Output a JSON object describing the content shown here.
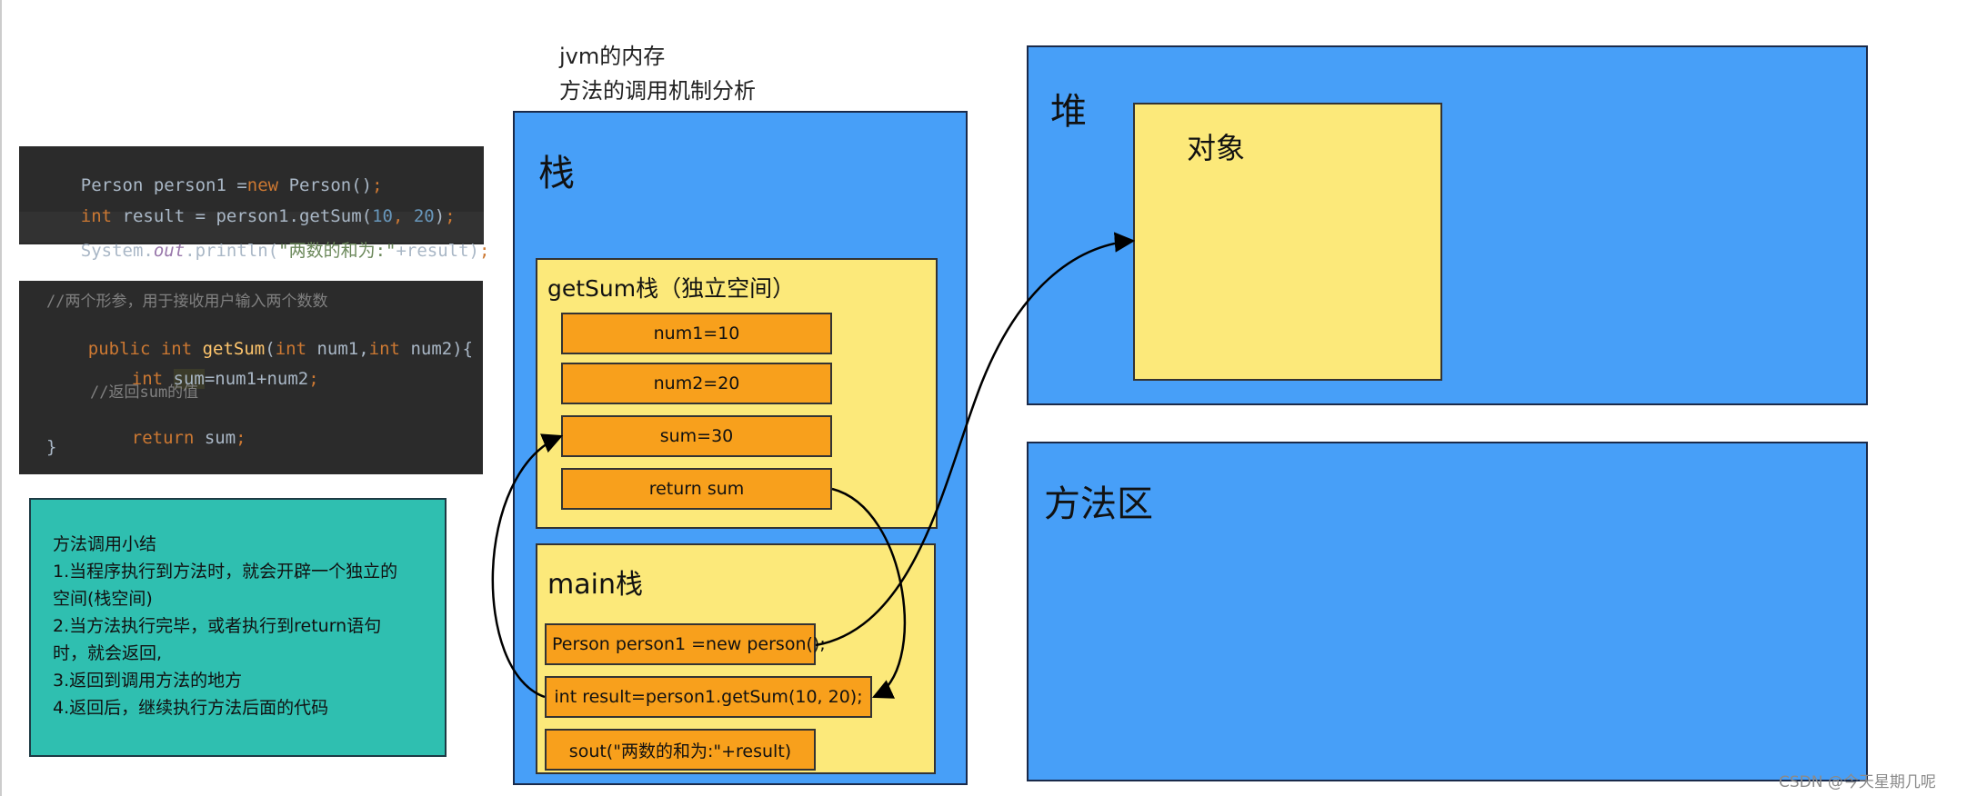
{
  "diagram_title": {
    "line1": "jvm的内存",
    "line2": "方法的调用机制分析"
  },
  "code_top": {
    "line1": {
      "a": "Person person1 =",
      "b": "new",
      "c": " Person()",
      "d": ";"
    },
    "line2": {
      "a": "int",
      "b": " result = person1.getSum(",
      "c": "10",
      "d": ", ",
      "e": "20",
      "f": ")",
      "g": ";"
    },
    "line3": {
      "a": "System.",
      "b": "out",
      "c": ".println(",
      "d": "\"两数的和为:\"",
      "e": "+result)",
      "f": ";"
    }
  },
  "code_method": {
    "comment": "//两个形参，用于接收用户输入两个数数",
    "sig": {
      "a": "public int ",
      "b": "getSum",
      "c": "(",
      "d": "int",
      "e": " num1,",
      "f": "int",
      "g": " num2){"
    },
    "body1": {
      "a": "int ",
      "b": "sum",
      "c": "=num1+num2",
      "d": ";"
    },
    "comment2": "//返回sum的值",
    "body2": {
      "a": "return",
      "b": " sum",
      "c": ";"
    },
    "close": "}"
  },
  "summary": {
    "lines": [
      "方法调用小结",
      "1.当程序执行到方法时，就会开辟一个独立的",
      "空间(栈空间)",
      "2.当方法执行完毕，或者执行到return语句",
      "时，就会返回,",
      "3.返回到调用方法的地方",
      "4.返回后，继续执行方法后面的代码"
    ]
  },
  "stack": {
    "label": "栈",
    "getsum_frame": {
      "label": "getSum栈（独立空间）",
      "cells": [
        "num1=10",
        "num2=20",
        "sum=30",
        "return sum"
      ]
    },
    "main_frame": {
      "label": "main栈",
      "cells": [
        "Person person1 =new person();",
        "int result=person1.getSum(10, 20);",
        "sout(\"两数的和为:\"+result)"
      ]
    }
  },
  "heap": {
    "label": "堆",
    "object_label": "对象"
  },
  "method_area": {
    "label": "方法区"
  },
  "watermark": "CSDN @今天星期几呢",
  "colors": {
    "memory_blue": "#479ff8",
    "frame_yellow": "#fce97a",
    "cell_orange": "#f8a01c",
    "summary_teal": "#2fbfb0",
    "code_bg": "#2b2b2b"
  }
}
